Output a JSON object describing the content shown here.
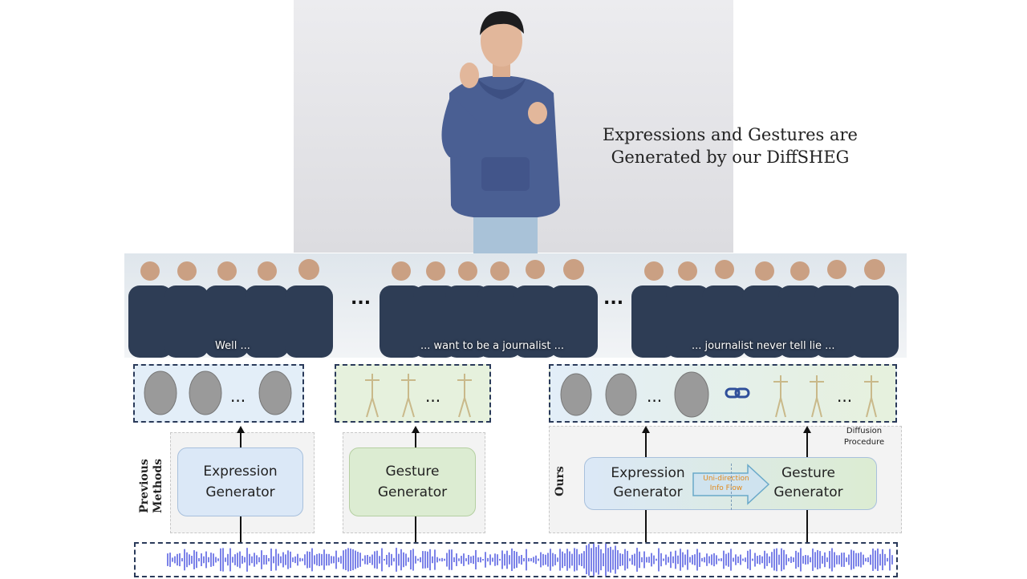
{
  "hero": {
    "caption_line1": "Expressions and Gestures are",
    "caption_line2": "Generated by our DiffSHEG"
  },
  "strip": {
    "subtitles": [
      "Well ...",
      "... want to be a journalist ...",
      "... journalist never tell lie ..."
    ],
    "ellipsis": "..."
  },
  "boxes": {
    "ellipsis": "..."
  },
  "previous": {
    "label_line1": "Previous",
    "label_line2": "Methods",
    "expression_line1": "Expression",
    "expression_line2": "Generator",
    "gesture_line1": "Gesture",
    "gesture_line2": "Generator"
  },
  "ours": {
    "label": "Ours",
    "expression_line1": "Expression",
    "expression_line2": "Generator",
    "gesture_line1": "Gesture",
    "gesture_line2": "Generator",
    "flow_line1": "Uni-direction",
    "flow_line2": "Info Flow",
    "diffusion_line1": "Diffusion",
    "diffusion_line2": "Procedure"
  },
  "colors": {
    "expression_fill": "#dbe8f7",
    "gesture_fill": "#dcecd2",
    "audio_wave": "#7b82e8",
    "flow_text": "#e08a1e"
  },
  "icons": [
    "face-mesh-icon",
    "skeleton-icon",
    "link-icon",
    "audio-waveform-icon",
    "avatar-figure"
  ]
}
